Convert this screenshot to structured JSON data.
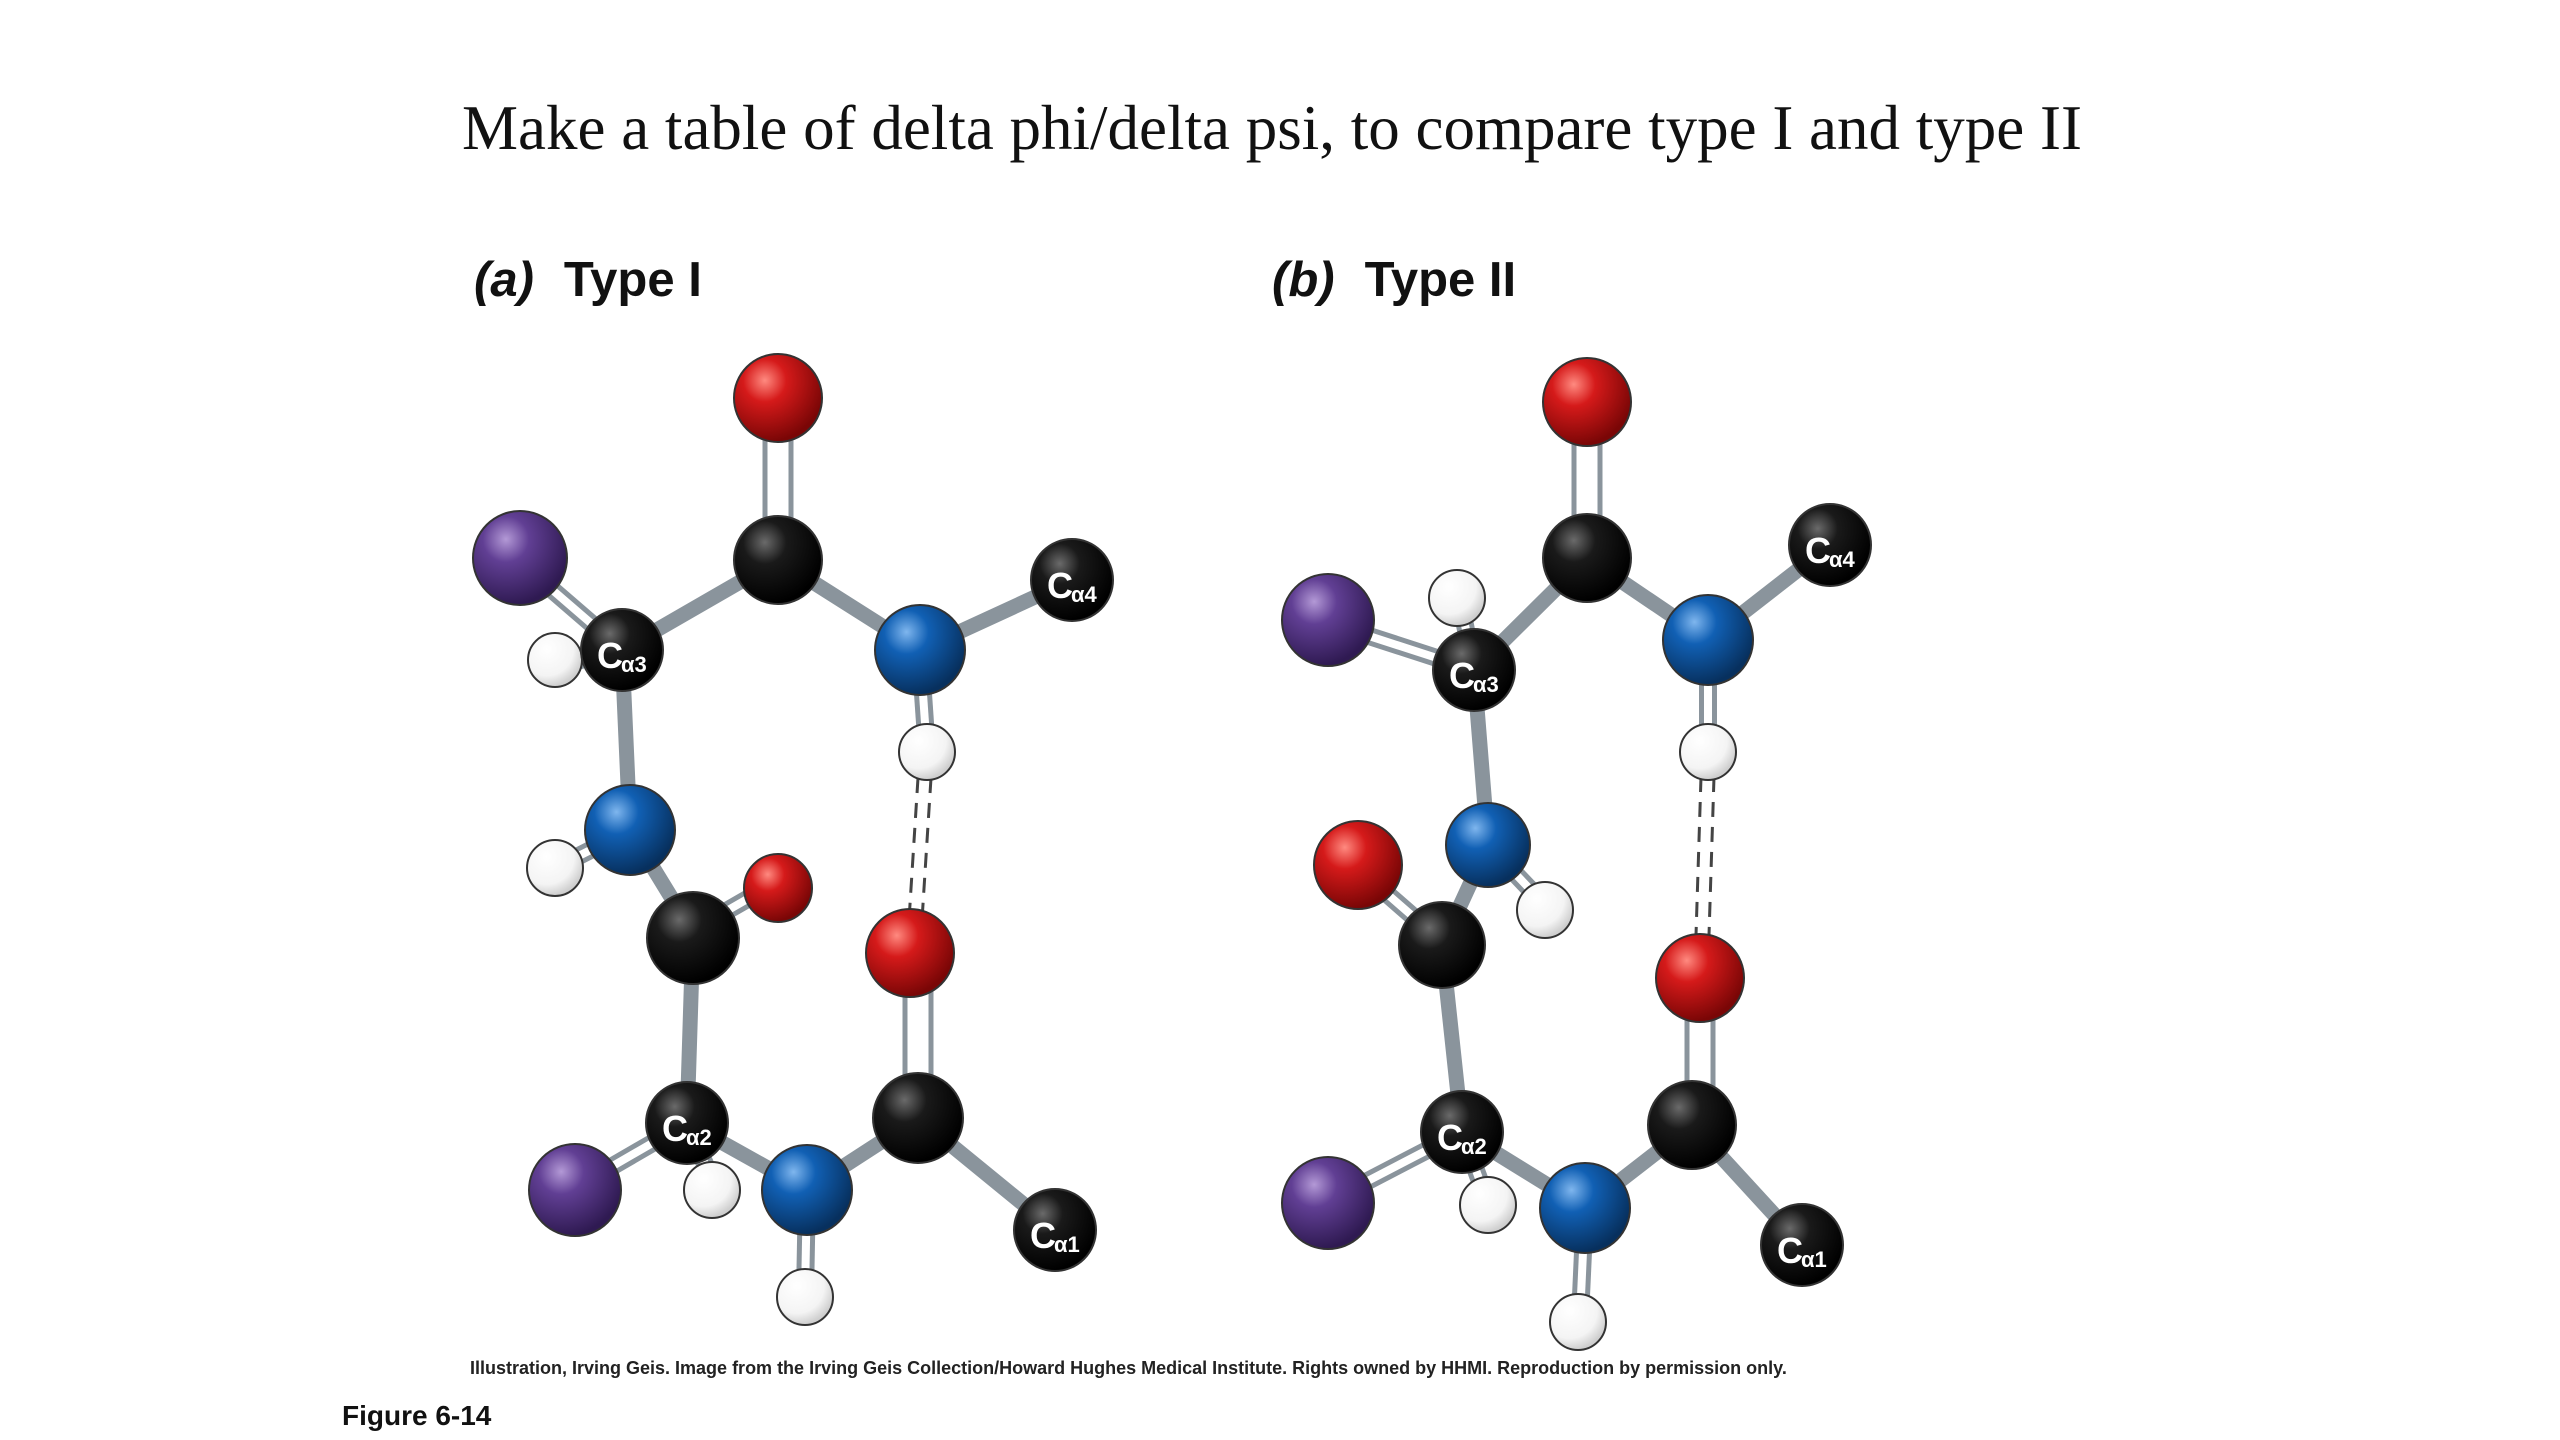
{
  "title": "Make a table of delta phi/delta psi, to compare type I and type II",
  "panels": [
    {
      "letter": "(a)",
      "name": "Type I"
    },
    {
      "letter": "(b)",
      "name": "Type II"
    }
  ],
  "atom_labels": {
    "ca1": "α1",
    "ca2": "α2",
    "ca3": "α3",
    "ca4": "α4",
    "c": "C"
  },
  "colors": {
    "carbon": "#050505",
    "oxygen": "#cc1111",
    "nitrogen": "#0b5aa8",
    "side_chain": "#5a3a8c",
    "hydrogen": "#ffffff",
    "bond": "#8a949c"
  },
  "credit": "Illustration, Irving Geis. Image from the Irving Geis Collection/Howard Hughes Medical Institute. Rights owned by HHMI. Reproduction by permission only.",
  "figure_label": "Figure 6-14"
}
